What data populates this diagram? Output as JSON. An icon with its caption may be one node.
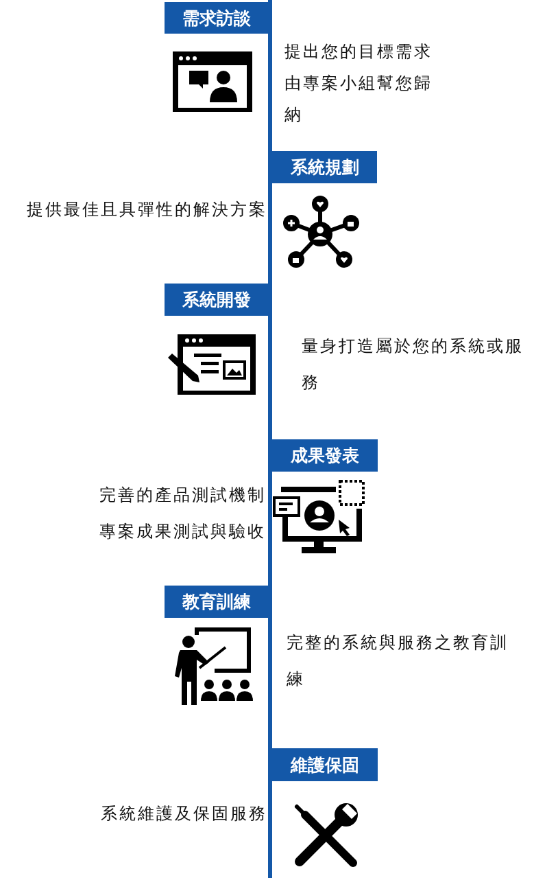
{
  "diagram": {
    "nodes": [
      {
        "text": [
          "需求訪談"
        ],
        "beside": [
          "提出您的目標需求由專案小組幫您歸納"
        ]
      },
      {
        "text": [
          "系統規劃"
        ],
        "beside": [
          "提供最佳且具彈性的解決方案"
        ]
      },
      {
        "text": [
          "系統開發"
        ],
        "beside": [
          "量身打造屬於您的系統或服務"
        ]
      },
      {
        "text": [
          "成果發表"
        ],
        "beside": [
          "完善的產品測試機制",
          "專案成果測試與驗收"
        ]
      },
      {
        "text": [
          "教育訓練"
        ],
        "beside": [
          "完整的系統與服務之教育訓練"
        ]
      },
      {
        "text": [
          "維護保固"
        ],
        "beside": [
          "系統維護及保固服務"
        ]
      }
    ]
  }
}
